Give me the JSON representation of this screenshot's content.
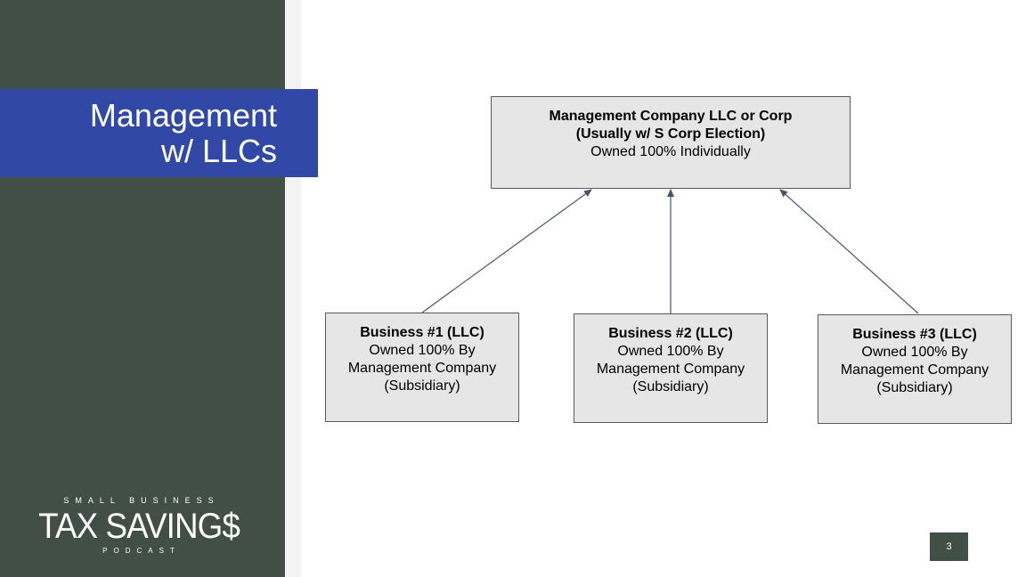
{
  "slide": {
    "title_lines": [
      "Management",
      "w/ LLCs"
    ],
    "page_number": "3"
  },
  "logo": {
    "top": "SMALL BUSINESS",
    "main": "TAX SAVING$",
    "bottom": "PODCAST"
  },
  "diagram": {
    "parent": {
      "title_lines": [
        "Management Company LLC or Corp",
        "(Usually w/ S Corp Election)"
      ],
      "body": "Owned 100% Individually"
    },
    "children": [
      {
        "title": "Business #1 (LLC)",
        "body_lines": [
          "Owned 100% By",
          "Management Company",
          "(Subsidiary)"
        ]
      },
      {
        "title": "Business #2 (LLC)",
        "body_lines": [
          "Owned 100% By",
          "Management Company",
          "(Subsidiary)"
        ]
      },
      {
        "title": "Business #3 (LLC)",
        "body_lines": [
          "Owned 100% By",
          "Management Company",
          "(Subsidiary)"
        ]
      }
    ]
  },
  "colors": {
    "sidebar": "#414f47",
    "title_band": "#3148a6",
    "box_fill": "#e6e6e6",
    "arrow": "#44546a"
  }
}
